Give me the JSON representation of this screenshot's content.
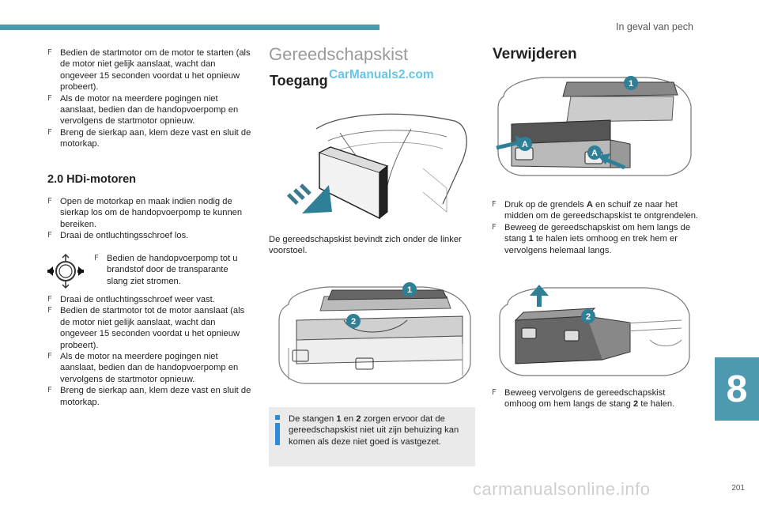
{
  "header": {
    "section_title": "In geval van pech",
    "page_number": "201",
    "chapter": "8"
  },
  "left": {
    "bullets_top": [
      "Bedien de startmotor om de motor te starten (als de motor niet gelijk aanslaat, wacht dan ongeveer 15 seconden voordat u het opnieuw probeert).",
      "Als de motor na meerdere pogingen niet aanslaat, bedien dan de handopvoerpomp en vervolgens de startmotor opnieuw.",
      "Breng de sierkap aan, klem deze vast en sluit de motorkap."
    ],
    "heading": "2.0 HDi-motoren",
    "bullets_mid": [
      "Open de motorkap en maak indien nodig de sierkap los om de handopvoerpomp te kunnen bereiken.",
      "Draai de ontluchtingsschroef los."
    ],
    "pump_bullet": "Bedien de handopvoerpomp tot u brandstof door de transparante slang ziet stromen.",
    "bullets_bottom": [
      "Draai de ontluchtingsschroef weer vast.",
      "Bedien de startmotor tot de motor aanslaat (als de motor niet gelijk aanslaat, wacht dan ongeveer 15 seconden voordat u het opnieuw probeert).",
      "Als de motor na meerdere pogingen niet aanslaat, bedien dan de handopvoerpomp en vervolgens de startmotor opnieuw.",
      "Breng de sierkap aan, klem deze vast en sluit de motorkap."
    ]
  },
  "middle": {
    "title": "Gereedschapskist",
    "subtitle": "Toegang",
    "watermark": "CarManuals2.com",
    "paragraph": "De gereedschapskist bevindt zich onder de linker voorstoel.",
    "callout_1": "1",
    "callout_2": "2",
    "note_parts": [
      "De stangen ",
      "1",
      " en ",
      "2",
      " zorgen ervoor dat de gereedschapskist niet uit zijn behuizing kan komen als deze niet goed is vastgezet."
    ]
  },
  "right": {
    "title": "Verwijderen",
    "callout_1": "1",
    "callout_A": "A",
    "callout_2": "2",
    "bullet1_parts": [
      "Druk op de grendels ",
      "A",
      " en schuif ze naar het midden om de gereedschapskist te ontgrendelen."
    ],
    "bullet2_parts": [
      "Beweeg de gereedschapskist om hem langs de stang ",
      "1",
      " te halen iets omhoog en trek hem er vervolgens helemaal langs."
    ],
    "bullet3_parts": [
      "Beweeg vervolgens de gereedschapskist omhoog om hem langs de stang ",
      "2",
      " te halen."
    ]
  },
  "footer": {
    "watermark": "carmanualsonline.info"
  },
  "colors": {
    "accent": "#4d9ab0",
    "callout": "#2f7f96",
    "note_bg": "#eaeaea",
    "info_icon": "#2f8bd6"
  }
}
